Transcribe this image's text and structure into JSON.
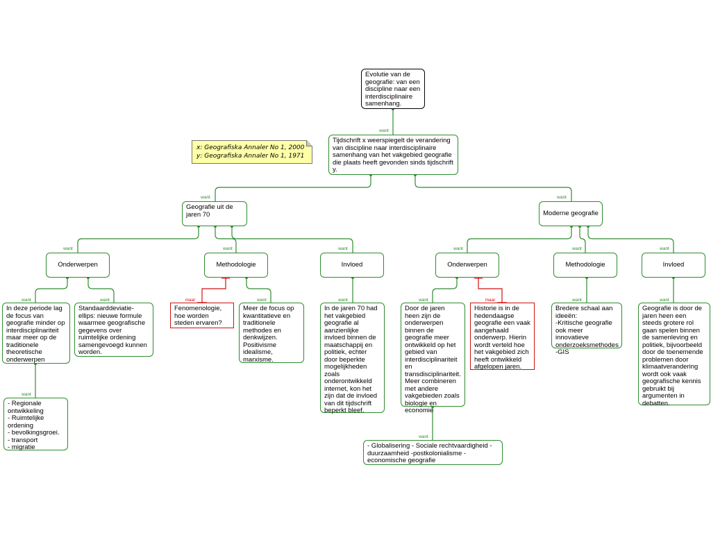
{
  "nodes": {
    "root": "Evolutie van de geografie: van een discipline naar een interdisciplinaire samenhang.",
    "tijdschrift": "Tijdschrift x weerspiegelt de verandering van discipline naar interdisciplinaire samenhang van het vakgebied geografie die plaats heeft gevonden sinds tijdschrift y.",
    "geo70": "Geografie uit de jaren 70",
    "moderne": "Moderne geografie",
    "onderwerpen70": "Onderwerpen",
    "methodologie70": "Methodologie",
    "invloed70": "Invloed",
    "onderwerpenMod": "Onderwerpen",
    "methodologieMod": "Methodologie",
    "invloedMod": "Invloed",
    "focus70": "In deze periode lag de focus van geografie minder op interdisciplinariteit maar meer op de traditionele theoretische onderwerpen",
    "standaard": "Standaarddeviatie-ellips: nieuwe formule waarmee geografische gegevens over ruimtelijke ordening samengevoegd kunnen worden.",
    "regionale": "- Regionale ontwikkeling\n- Ruimtelijke ordening\n- bevolkingsgroei.\n- transport\n- migratie",
    "fenomenologie": "Fenomenologie, hoe worden steden ervaren?",
    "kwantitatief": "Meer de focus op kwantitatieve en traditionele methodes en denkwijzen. Positivisme idealisme, marxisme.",
    "invloed70text": "In de jaren 70 had het vakgebied geografie al aanzienlijke invloed binnen de maatschappij en politiek, echter door beperkte mogelijkheden zoals onderontwikkeld internet, kon het zijn dat de invloed van dit tijdschrift beperkt bleef.",
    "doorjaren": "Door de jaren heen zijn de onderwerpen binnen de geografie meer ontwikkeld op het gebied van interdisciplinariteit en transdisciplinariteit. Meer combineren met andere vakgebieden zoals biologie en economie",
    "historie": "Historie is in de hedendaagse geografie een vaak aangehaald onderwerp. Hierin wordt verteld hoe het vakgebied zich heeft ontwikkeld afgelopen jaren.",
    "bredere": "Bredere schaal aan ideeën:\n-Kritische geografie ook meer innovatieve onderzoeksmethodes\n-GIS",
    "invloedModText": "Geografie is door de jaren heen een steeds grotere rol gaan spelen binnen de samenleving en politiek, bijvoorbeeld door de toenemende problemen door klimaatverandering wordt ook vaak geografische kennis gebruikt bij argumenten in debatten.",
    "globalisering": "- Globalisering - Sociale rechtvaardigheid - duurzaamheid -postkolonialisme -economische geografie"
  },
  "labels": {
    "want": "want",
    "maar": "maar"
  },
  "note": {
    "line1": "x: Geografiska Annaler No 1, 2000",
    "line2": "y: Geografiska Annaler No 1, 1971"
  },
  "colors": {
    "link": "#2e8b2e",
    "contrast": "#d01010",
    "note_bg": "#ffffa8"
  }
}
